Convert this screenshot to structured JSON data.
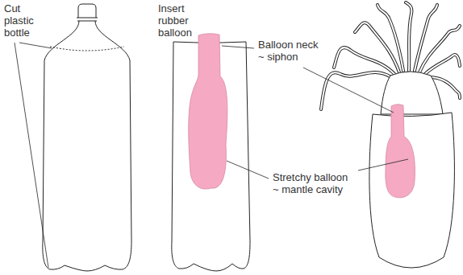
{
  "diagram": {
    "labels": [
      "Cut plastic bottle",
      "Insert rubber balloon",
      "Balloon neck ~ siphon",
      "Stretchy balloon ~ mantle cavity"
    ]
  }
}
